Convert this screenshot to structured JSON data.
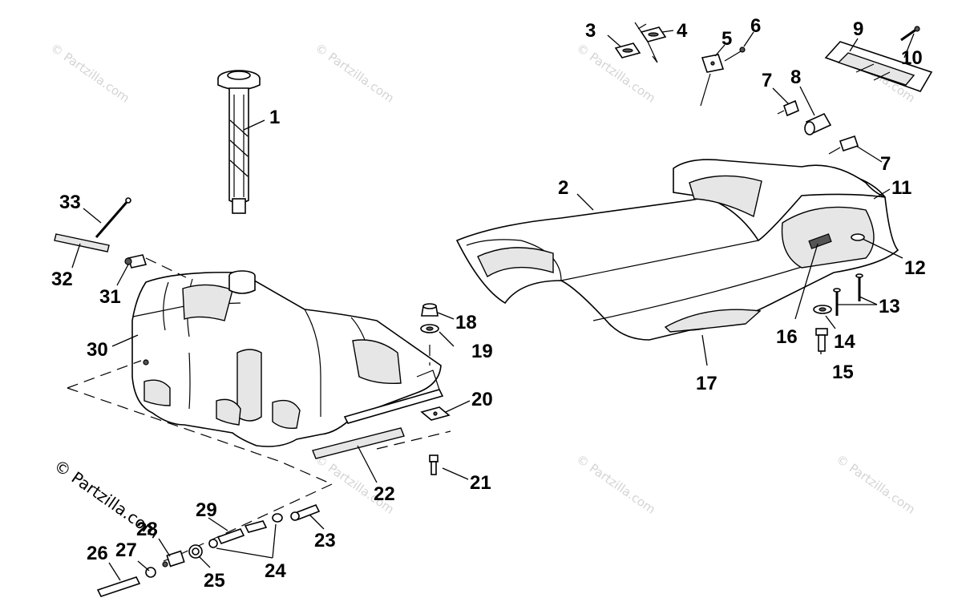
{
  "credit": "© Partzilla.com",
  "watermark": "© Partzilla.com",
  "callouts": [
    {
      "id": "1",
      "label": "1"
    },
    {
      "id": "2",
      "label": "2"
    },
    {
      "id": "3",
      "label": "3"
    },
    {
      "id": "4",
      "label": "4"
    },
    {
      "id": "5",
      "label": "5"
    },
    {
      "id": "6",
      "label": "6"
    },
    {
      "id": "7a",
      "label": "7"
    },
    {
      "id": "7b",
      "label": "7"
    },
    {
      "id": "8",
      "label": "8"
    },
    {
      "id": "9",
      "label": "9"
    },
    {
      "id": "10",
      "label": "10"
    },
    {
      "id": "11",
      "label": "11"
    },
    {
      "id": "12",
      "label": "12"
    },
    {
      "id": "13",
      "label": "13"
    },
    {
      "id": "14",
      "label": "14"
    },
    {
      "id": "15",
      "label": "15"
    },
    {
      "id": "16",
      "label": "16"
    },
    {
      "id": "17",
      "label": "17"
    },
    {
      "id": "18",
      "label": "18"
    },
    {
      "id": "19",
      "label": "19"
    },
    {
      "id": "20",
      "label": "20"
    },
    {
      "id": "21",
      "label": "21"
    },
    {
      "id": "22",
      "label": "22"
    },
    {
      "id": "23",
      "label": "23"
    },
    {
      "id": "24",
      "label": "24"
    },
    {
      "id": "25",
      "label": "25"
    },
    {
      "id": "26",
      "label": "26"
    },
    {
      "id": "27",
      "label": "27"
    },
    {
      "id": "28",
      "label": "28"
    },
    {
      "id": "29",
      "label": "29"
    },
    {
      "id": "30",
      "label": "30"
    },
    {
      "id": "31",
      "label": "31"
    },
    {
      "id": "32",
      "label": "32"
    },
    {
      "id": "33",
      "label": "33"
    }
  ]
}
